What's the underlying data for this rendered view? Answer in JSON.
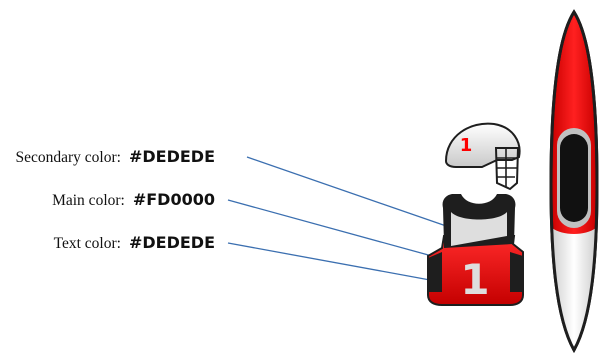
{
  "labels": [
    {
      "text": "Secondary color:",
      "value": "#DEDEDE"
    },
    {
      "text": "Main color:",
      "value": "#FD0000"
    },
    {
      "text": "Text color:",
      "value": "#DEDEDE"
    }
  ],
  "helmet": {
    "number": "1"
  },
  "vest": {
    "number": "1"
  },
  "colors": {
    "main": "#FD0000",
    "secondary": "#DEDEDE",
    "text": "#DEDEDE",
    "connector": "#3B6FB0",
    "trim": "#1E1E1E"
  },
  "icons": [
    "helmet-icon",
    "vest-icon",
    "kayak-icon"
  ]
}
